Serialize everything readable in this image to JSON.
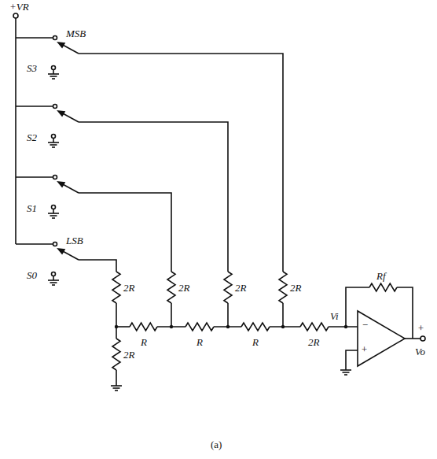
{
  "diagram": {
    "labels": [
      "+VR",
      "MSB",
      "S3",
      "S2",
      "S1",
      "S0",
      "LSB",
      "2R",
      "2R",
      "2R",
      "2R",
      "2R",
      "R",
      "R",
      "R",
      "2R",
      "Rf",
      "Vi",
      "−",
      "+",
      "+",
      "Vo",
      "(a)"
    ]
  }
}
